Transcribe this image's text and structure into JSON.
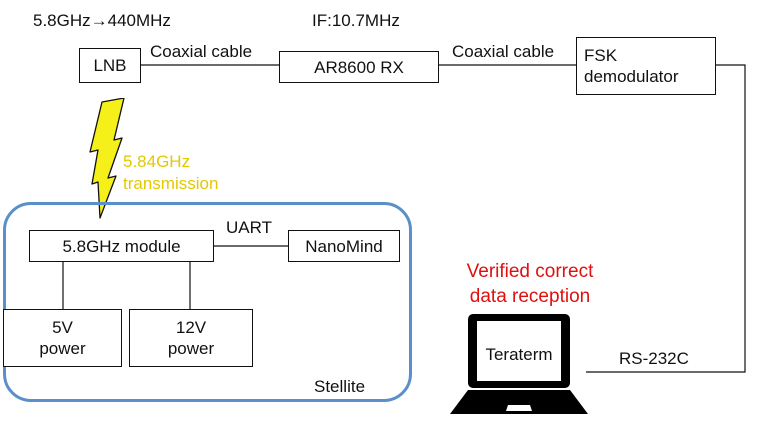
{
  "labels": {
    "freq_conversion": "5.8GHz→440MHz",
    "if_freq": "IF:10.7MHz",
    "coax_1": "Coaxial cable",
    "coax_2": "Coaxial cable",
    "transmission_freq": "5.84GHz",
    "transmission_word": "transmission",
    "uart": "UART",
    "rs232c": "RS-232C",
    "satellite_name": "Stellite",
    "verified_line1": "Verified correct",
    "verified_line2": "data reception"
  },
  "boxes": {
    "lnb": "LNB",
    "receiver": "AR8600 RX",
    "fsk_line1": "FSK",
    "fsk_line2": "demodulator",
    "module": "5.8GHz module",
    "nanomind": "NanoMind",
    "power5_line1": "5V",
    "power5_line2": "power",
    "power12_line1": "12V",
    "power12_line2": "power",
    "laptop_app": "Teraterm"
  },
  "colors": {
    "lightning": "#f5ef1a",
    "transmission_text": "#e3c800",
    "verified_text": "#e01010",
    "satellite_border": "#5b8fc9"
  },
  "icons": [
    "lightning-bolt-icon",
    "laptop-icon"
  ]
}
